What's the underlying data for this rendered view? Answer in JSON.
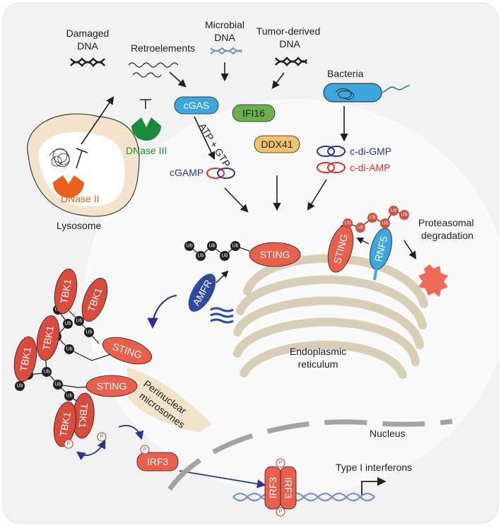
{
  "labels": {
    "damaged_dna": [
      "Damaged",
      "DNA"
    ],
    "retroelements": "Retroelements",
    "microbial_dna": [
      "Microbial",
      "DNA"
    ],
    "tumor_dna": [
      "Tumor-derived",
      "DNA"
    ],
    "bacteria": "Bacteria",
    "cgas": "cGAS",
    "ifi16": "IFI16",
    "ddx41": "DDX41",
    "atp_gtp": "ATP + GTP",
    "cgamp": "cGAMP",
    "c_di_gmp": "c-di-GMP",
    "c_di_amp": "c-di-AMP",
    "dnase3": "DNase III",
    "dnase2": "DNase II",
    "lysosome": "Lysosome",
    "sting": "STING",
    "amfr": "AMFR",
    "rnf5": "RNF5",
    "tbk1": "TBK1",
    "ub": "Ub",
    "p": "P",
    "proteasomal": [
      "Proteasomal",
      "degradation"
    ],
    "er": [
      "Endoplasmic",
      "reticulum"
    ],
    "perinuclear": [
      "Perinuclear",
      "microsomes"
    ],
    "nucleus": "Nucleus",
    "irf3": "IRF3",
    "type1_ifn": "Type I interferons"
  },
  "colors": {
    "cgas": "#3da7dc",
    "ifi16": "#6ab04c",
    "ddx41": "#f2c26b",
    "sting": "#e8604c",
    "tbk1": "#d94c3d",
    "amfr": "#2e4a9e",
    "rnf5": "#3da7dc",
    "er": "#d8cdb6",
    "dnase3": "#1a8a3a",
    "dnase2": "#e8601c",
    "cgamp_blue": "#2b3590",
    "cgamp_red": "#e03030",
    "dna_blue": "#7a8fc8"
  }
}
